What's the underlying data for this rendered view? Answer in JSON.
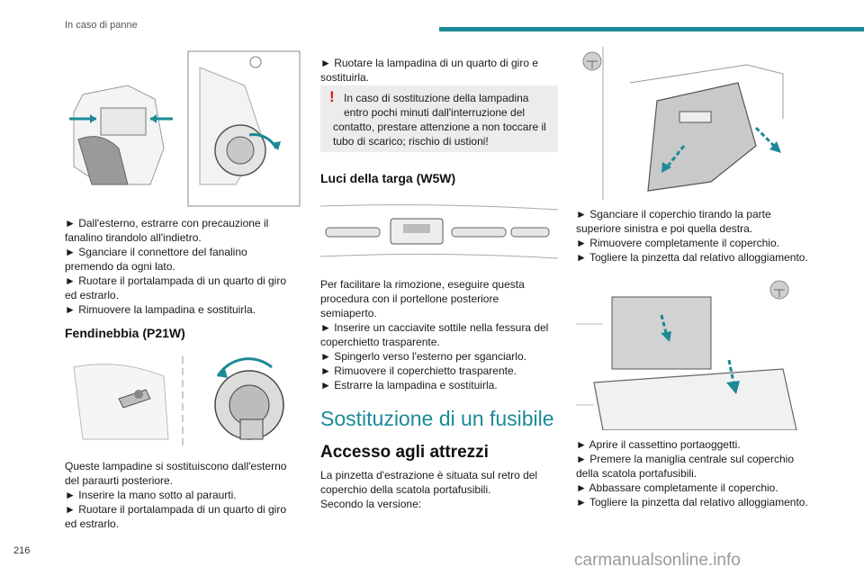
{
  "header": {
    "title": "In caso di panne",
    "accent_color": "#1b8a96"
  },
  "page_number": "216",
  "watermark": "carmanualsonline.info",
  "col1": {
    "steps1": [
      "► Dall'esterno, estrarre con precauzione il",
      "fanalino tirandolo all'indietro.",
      "► Sganciare il connettore del fanalino",
      "premendo da ogni lato.",
      "► Ruotare il portalampada di un quarto di giro",
      "ed estrarlo.",
      "► Rimuovere la lampadina e sostituirla."
    ],
    "fog_title": "Fendinebbia (P21W)",
    "steps2": [
      "Queste lampadine si sostituiscono dall'esterno",
      "del paraurti posteriore.",
      "► Inserire la mano sotto al paraurti.",
      "► Ruotare il portalampada di un quarto di giro",
      "ed estrarlo."
    ]
  },
  "col2": {
    "steps1": [
      "► Ruotare la lampadina di un quarto di giro e",
      "sostituirla."
    ],
    "warning": [
      "In caso di sostituzione della lampadina",
      "entro pochi minuti dall'interruzione del",
      "contatto, prestare attenzione a non toccare il",
      "tubo di scarico; rischio di ustioni!"
    ],
    "warning_mark": "!",
    "plate_title": "Luci della targa (W5W)",
    "steps2": [
      "Per facilitare la rimozione, eseguire questa",
      "procedura con il portellone posteriore",
      "semiaperto.",
      "► Inserire un cacciavite sottile nella fessura del",
      "coperchietto trasparente.",
      "► Spingerlo verso l'esterno per sganciarlo.",
      "► Rimuovere il coperchietto trasparente.",
      "► Estrarre la lampadina e sostituirla."
    ],
    "fuse_title": "Sostituzione di un fusibile",
    "tools_title": "Accesso agli attrezzi",
    "steps3": [
      "La pinzetta d'estrazione è situata sul retro del",
      "coperchio della scatola portafusibili.",
      "Secondo la versione:"
    ]
  },
  "col3": {
    "steps1": [
      "► Sganciare il coperchio tirando la parte",
      "superiore sinistra e poi quella destra.",
      "► Rimuovere completamente il coperchio.",
      "► Togliere la pinzetta dal relativo alloggiamento."
    ],
    "steps2": [
      "► Aprire il cassettino portaoggetti.",
      "► Premere la maniglia centrale sul coperchio",
      "della scatola portafusibili.",
      "► Abbassare completamente il coperchio.",
      "► Togliere la pinzetta dal relativo alloggiamento."
    ]
  }
}
